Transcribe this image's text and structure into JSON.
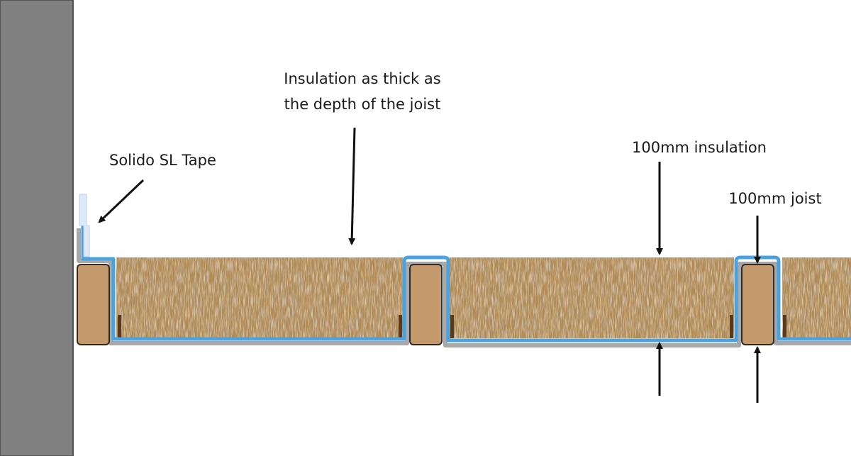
{
  "labels": {
    "tape": "Solido SL Tape",
    "insulation_line1": "Insulation as thick as",
    "insulation_line2": "the depth of the joist",
    "insulation_100": "100mm insulation",
    "joist_100": "100mm joist"
  },
  "colors": {
    "wall": "#808080",
    "wall_edge": "#555555",
    "joist": "#c49a6c",
    "joist_edge": "#2b2b2b",
    "membrane": "#4aa3df",
    "membrane_shadow": "#a8a8a8",
    "tape": "#dde9f8",
    "insulation": "#b08b55",
    "arrow": "#111111"
  },
  "icons": {
    "arrow": "arrow-icon"
  }
}
